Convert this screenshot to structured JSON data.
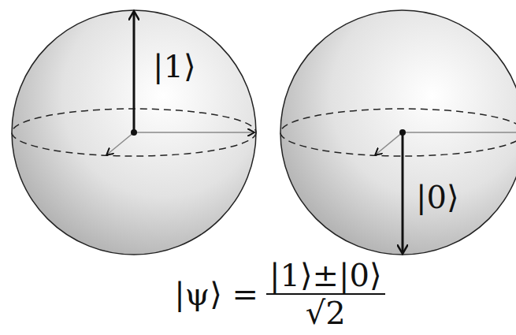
{
  "diagram": {
    "nodes": [
      {
        "text": [
          "|1⟩"
        ]
      },
      {
        "text": [
          "|0⟩"
        ]
      }
    ],
    "labels": [
      "|ψ⟩ =",
      "|1⟩±|0⟩",
      "√2"
    ]
  }
}
